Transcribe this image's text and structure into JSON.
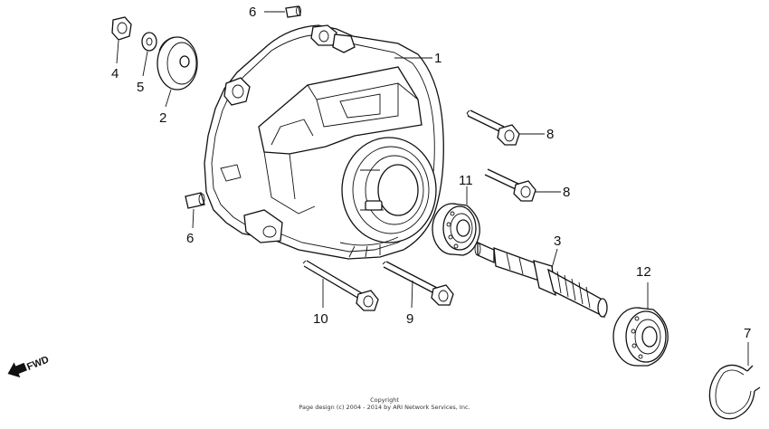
{
  "diagram": {
    "callouts": {
      "c1": "1",
      "c2": "2",
      "c3": "3",
      "c4": "4",
      "c5": "5",
      "c6_top": "6",
      "c6_left": "6",
      "c7": "7",
      "c8_upper": "8",
      "c8_lower": "8",
      "c9": "9",
      "c10": "10",
      "c11": "11",
      "c12": "12"
    },
    "fwd_label": "FWD",
    "fwd_icon": "arrow-left-icon"
  },
  "footer": {
    "line1": "Copyright",
    "line2": "Page design (c) 2004 - 2014 by ARI Network Services, Inc."
  }
}
